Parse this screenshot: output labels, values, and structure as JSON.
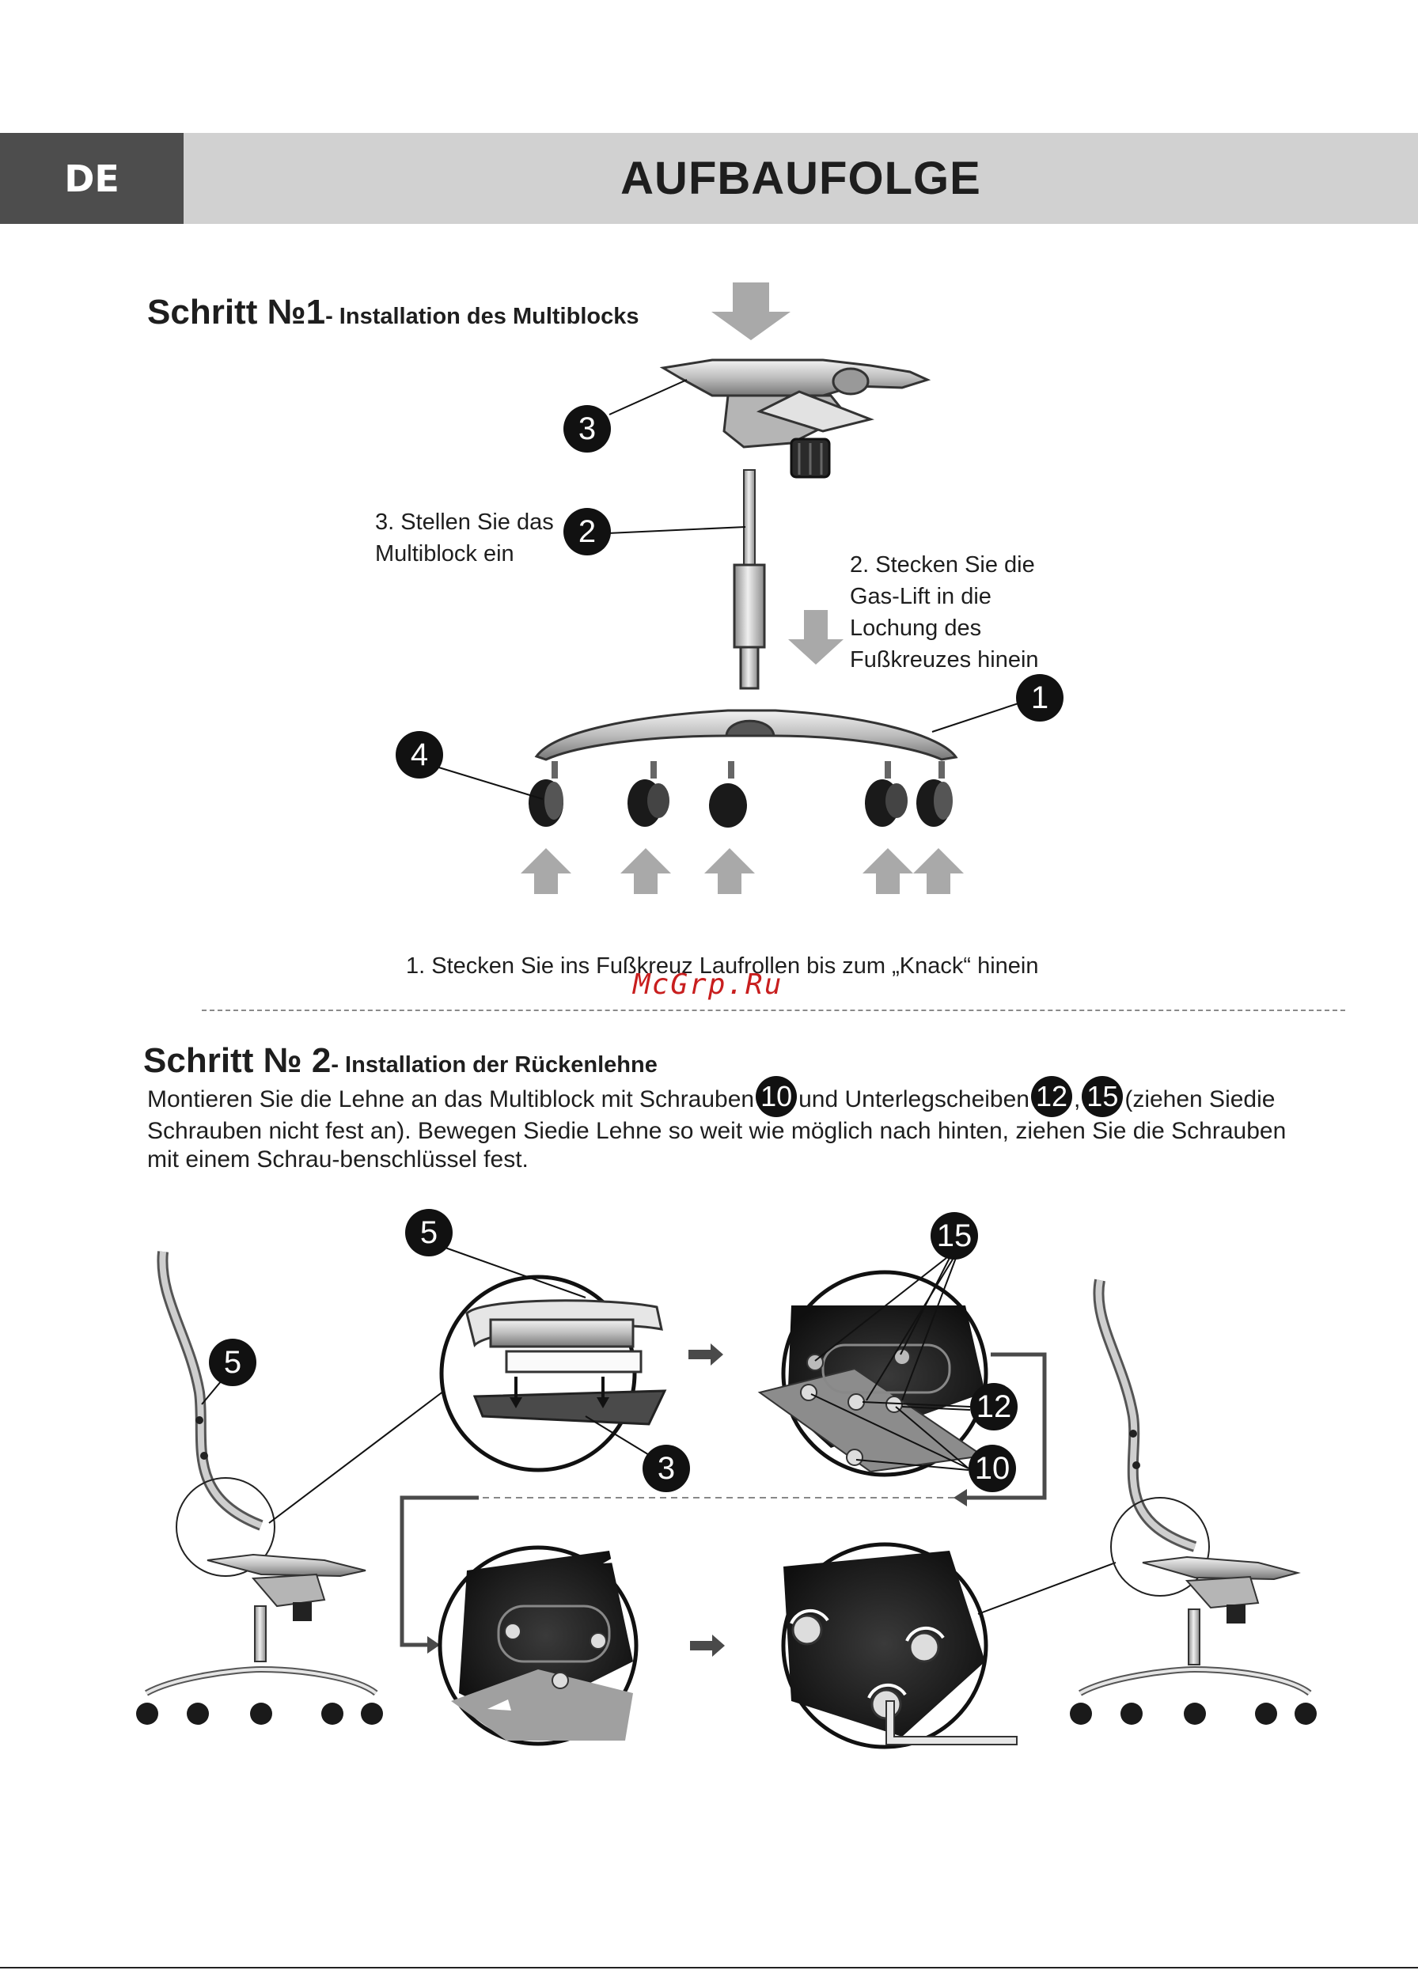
{
  "header": {
    "lang": "DE",
    "title": "AUFBAUFOLGE"
  },
  "step1": {
    "title": "Schritt №1",
    "subtitle": "- Installation des Multiblocks",
    "label_3_line1": "3. Stellen Sie das",
    "label_3_line2": "Multiblock ein",
    "label_2_line1": "2. Stecken Sie die",
    "label_2_line2": "Gas-Lift in die",
    "label_2_line3": "Lochung des",
    "label_2_line4": "Fußkreuzes hinein",
    "label_1": "1. Stecken Sie ins Fußkreuz Laufrollen bis zum „Knack“ hinein",
    "callouts": [
      "3",
      "2",
      "1",
      "4"
    ]
  },
  "watermark": "McGrp.Ru",
  "step2": {
    "title": "Schritt № 2",
    "subtitle": "- Installation der Rückenlehne",
    "text_a": "Montieren Sie die Lehne an das Multiblock mit Schrauben",
    "num_10": "10",
    "text_b": "und Unterlegscheiben",
    "num_12": "12",
    "text_c": ",",
    "num_15": "15",
    "text_d": "(ziehen Siedie",
    "line2": "Schrauben nicht fest an). Bewegen Siedie Lehne so weit wie möglich nach hinten, ziehen Sie die Schrauben",
    "line3": "mit einem Schrau-benschlüssel fest.",
    "callouts": [
      "5",
      "5",
      "3",
      "15",
      "12",
      "10"
    ]
  },
  "colors": {
    "header_bg": "#d1d1d1",
    "lang_bg": "#4d4d4d",
    "arrow": "#a9a9a9",
    "callout": "#111111",
    "watermark": "#c81e1e"
  }
}
